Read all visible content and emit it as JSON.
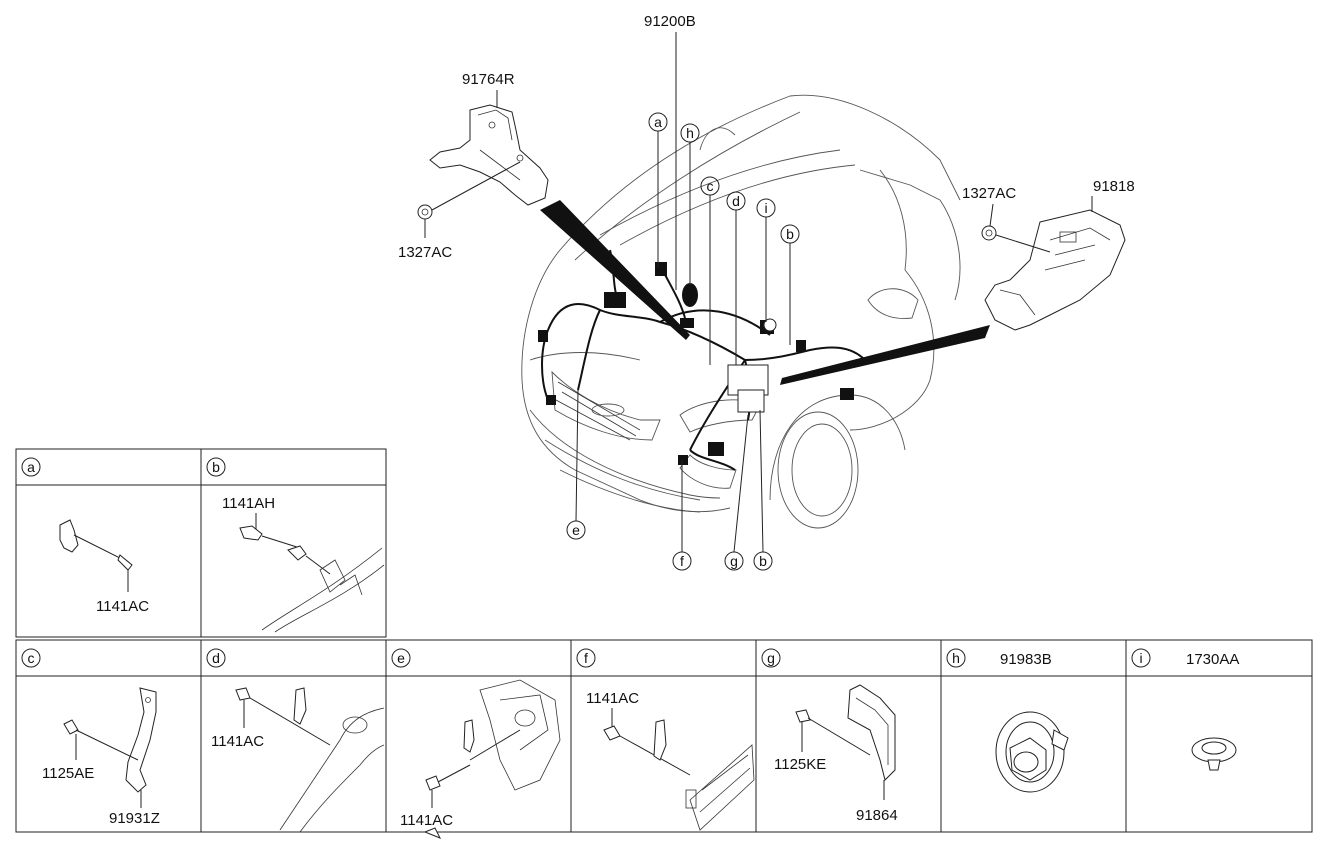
{
  "main": {
    "labels": {
      "harness": "91200B",
      "bracket_left": "91764R",
      "nut_left": "1327AC",
      "nut_right": "1327AC",
      "cover_right": "91818"
    },
    "callouts": {
      "a": "a",
      "b": "b",
      "c": "c",
      "d": "d",
      "e": "e",
      "f": "f",
      "g": "g",
      "h": "h",
      "i": "i"
    }
  },
  "detail_boxes": [
    {
      "key": "a",
      "letter": "a",
      "header_part": "",
      "parts": [
        "1141AC"
      ]
    },
    {
      "key": "b",
      "letter": "b",
      "header_part": "",
      "parts": [
        "1141AH"
      ]
    },
    {
      "key": "c",
      "letter": "c",
      "header_part": "",
      "parts": [
        "1125AE",
        "91931Z"
      ]
    },
    {
      "key": "d",
      "letter": "d",
      "header_part": "",
      "parts": [
        "1141AC"
      ]
    },
    {
      "key": "e",
      "letter": "e",
      "header_part": "",
      "parts": [
        "1141AC"
      ]
    },
    {
      "key": "f",
      "letter": "f",
      "header_part": "",
      "parts": [
        "1141AC"
      ]
    },
    {
      "key": "g",
      "letter": "g",
      "header_part": "",
      "parts": [
        "1125KE",
        "91864"
      ]
    },
    {
      "key": "h",
      "letter": "h",
      "header_part": "91983B",
      "parts": []
    },
    {
      "key": "i",
      "letter": "i",
      "header_part": "1730AA",
      "parts": []
    }
  ]
}
